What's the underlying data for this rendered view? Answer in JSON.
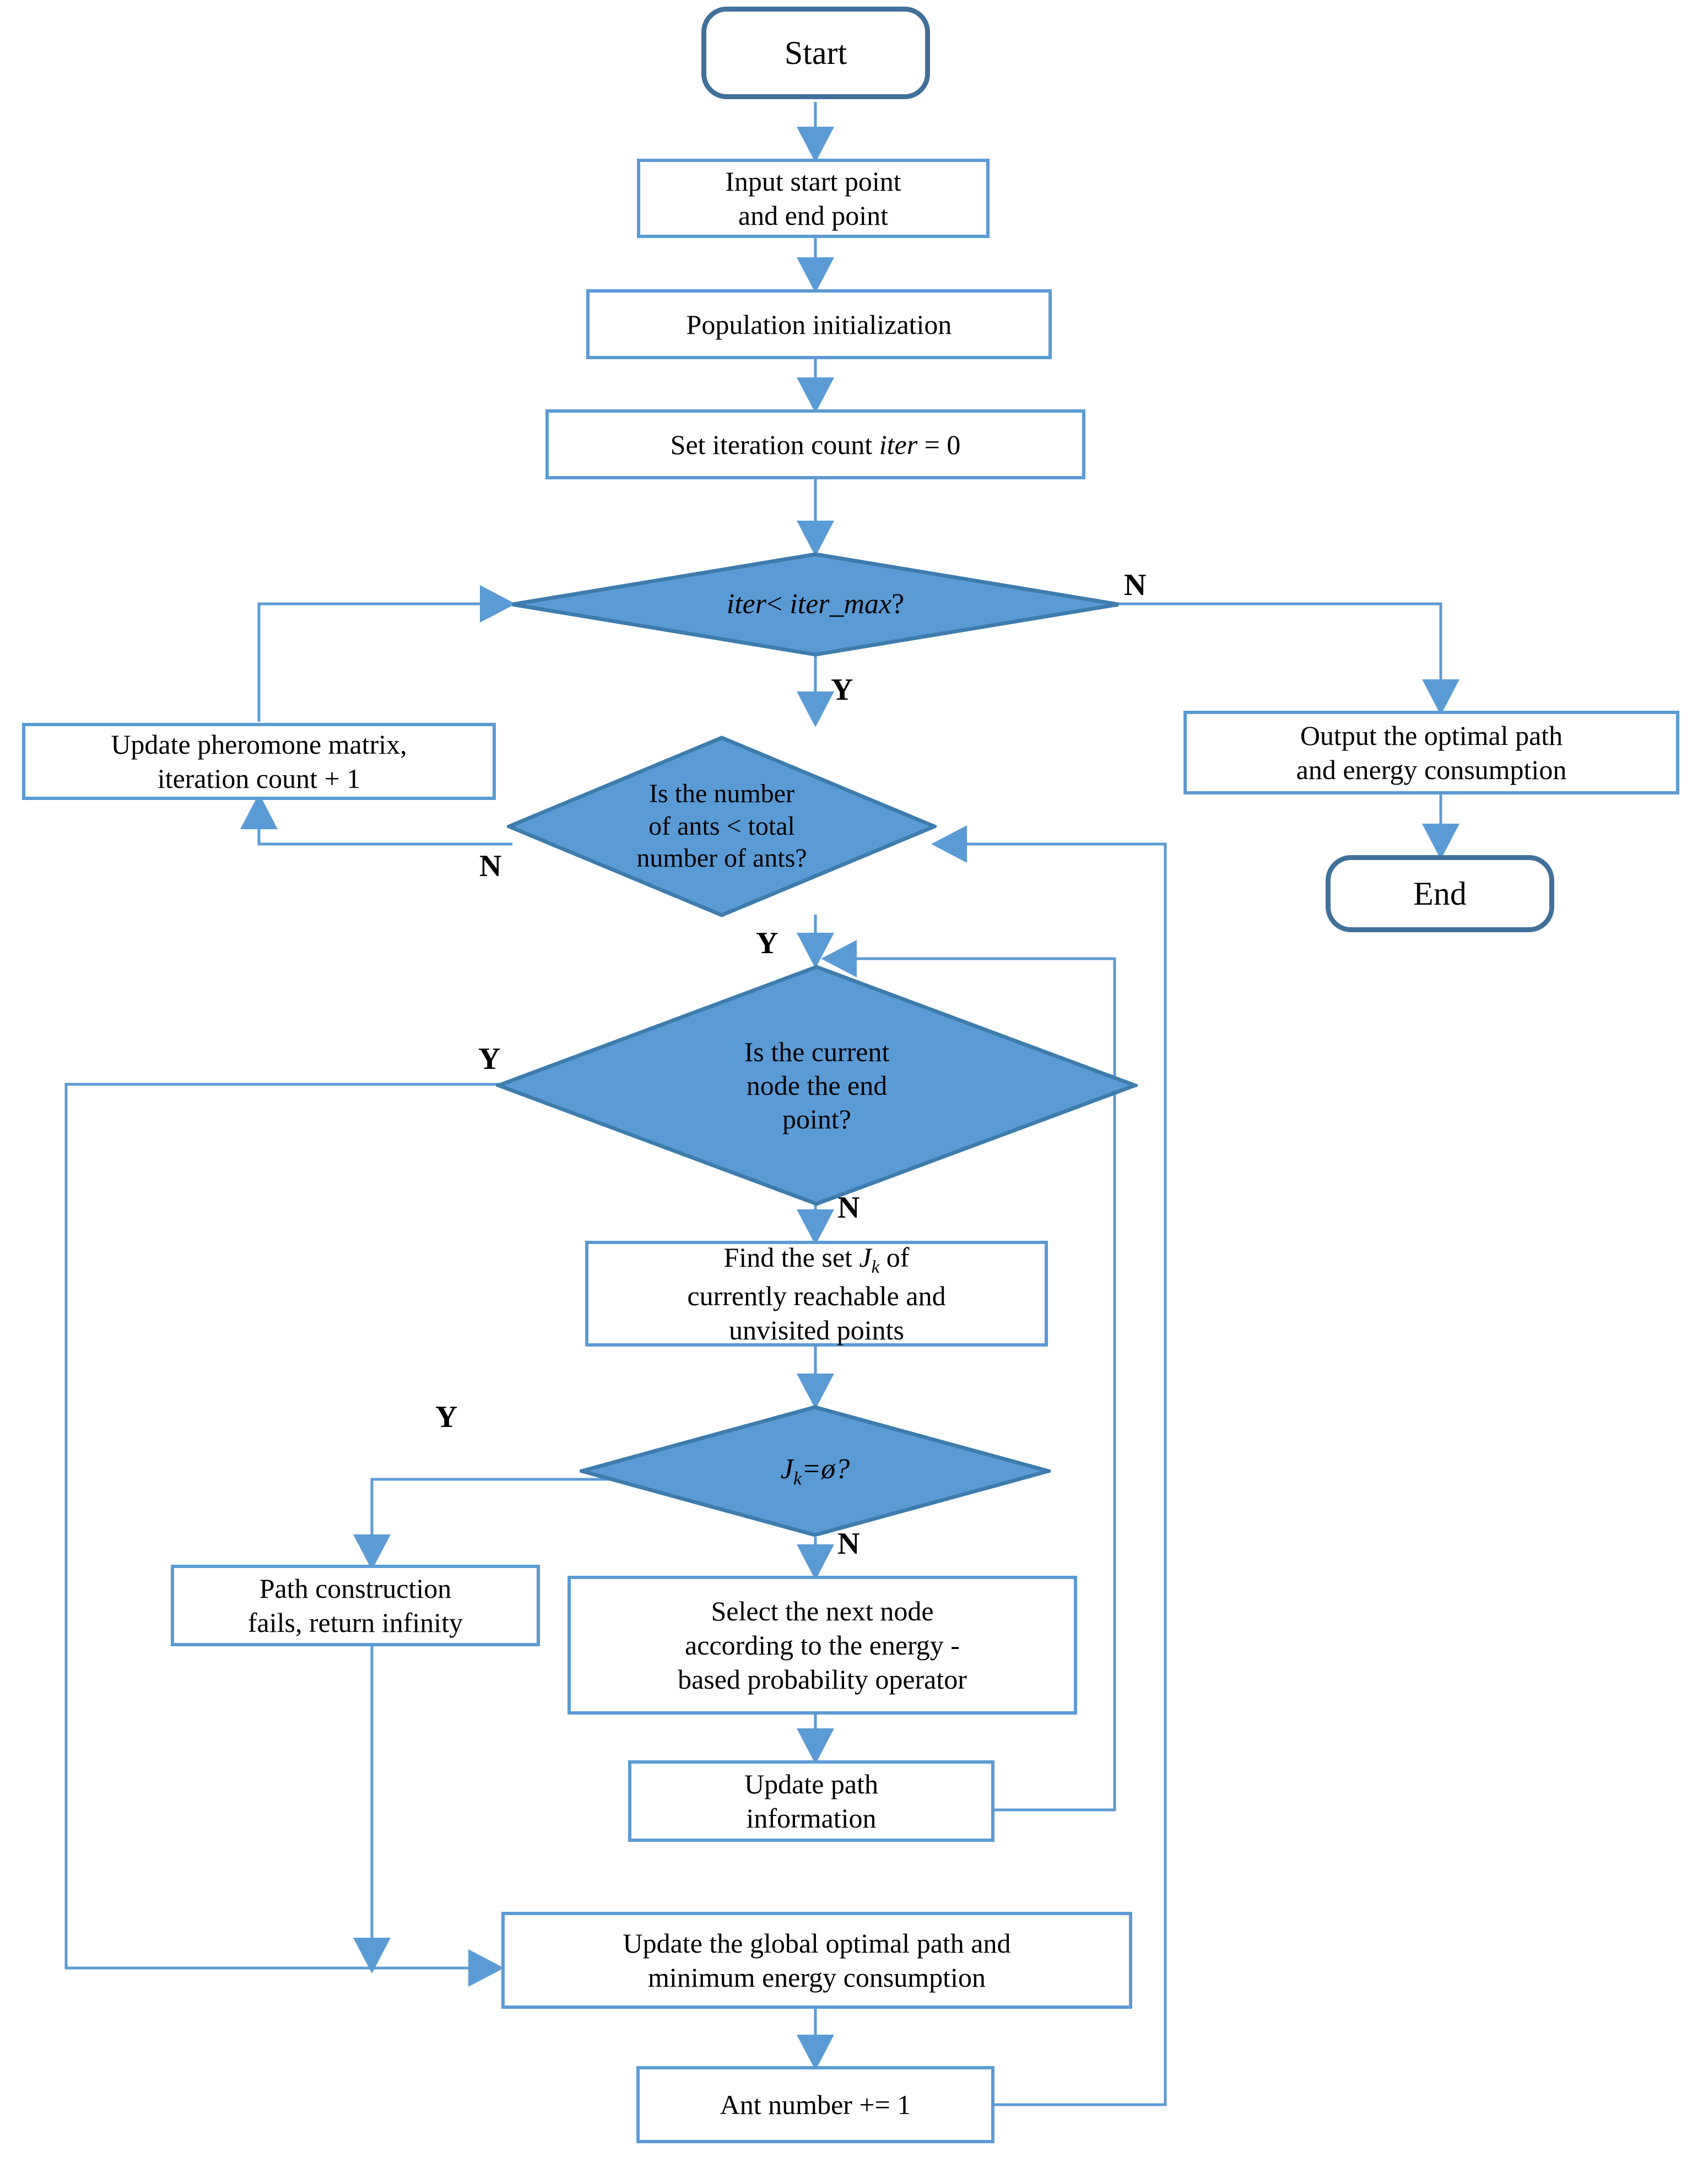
{
  "diagram": {
    "title": "Ant colony energy-optimal path planning flowchart",
    "colors": {
      "process_border": "#5B9BD5",
      "terminator_border": "#40719B",
      "decision_fill": "#5B9BD5",
      "decision_stroke": "#3E7CAD",
      "connector": "#5B9BD5",
      "text": "#000000",
      "background": "#FFFFFF"
    }
  },
  "nodes": {
    "start": {
      "label": "Start",
      "shape": "terminator"
    },
    "input": {
      "line1": "Input start point",
      "line2": "and end point",
      "shape": "process"
    },
    "population": {
      "label": "Population initialization",
      "shape": "process"
    },
    "set_iter": {
      "prefix": "Set iteration  count ",
      "var": "iter",
      "suffix": " =  0",
      "shape": "process"
    },
    "iter_check": {
      "var1": "iter",
      "mid": "< ",
      "var2": "iter_max",
      "suffix": "?",
      "shape": "decision"
    },
    "update_pheromone": {
      "line1": "Update pheromone matrix,",
      "line2": "iteration  count + 1",
      "shape": "process"
    },
    "output": {
      "line1": "Output the optimal  path",
      "line2": "and energy consumption",
      "shape": "process"
    },
    "end": {
      "label": "End",
      "shape": "terminator"
    },
    "ants_check": {
      "line1": "Is the number",
      "line2": "of ants < total",
      "line3": "number of ants?",
      "shape": "decision"
    },
    "endpoint_check": {
      "line1": "Is the current",
      "line2": "node the end",
      "line3": "point?",
      "shape": "decision"
    },
    "find_set": {
      "pre": "Find the set ",
      "var": "J",
      "sub": "k",
      "post": " of",
      "line2": "currently reachable and",
      "line3": "unvisited points",
      "shape": "process"
    },
    "jk_empty": {
      "var": "J",
      "sub": "k",
      "rest": "=ø?",
      "shape": "decision"
    },
    "path_fail": {
      "line1": "Path construction",
      "line2": "fails, return infinity",
      "shape": "process"
    },
    "select_node": {
      "line1": "Select the next node",
      "line2": "according to the energy -",
      "line3": "based probability  operator",
      "shape": "process"
    },
    "update_path_info": {
      "line1": "Update path",
      "line2": "information",
      "shape": "process"
    },
    "update_global": {
      "line1": "Update the global  optimal  path and",
      "line2": "minimum  energy consumption",
      "shape": "process"
    },
    "ant_increment": {
      "label": "Ant number += 1",
      "shape": "process"
    }
  },
  "edge_labels": {
    "iter_no": "N",
    "iter_yes": "Y",
    "ants_no": "N",
    "ants_yes": "Y",
    "endpoint_yes": "Y",
    "endpoint_no": "N",
    "jk_yes": "Y",
    "jk_no": "N"
  },
  "flow": [
    {
      "from": "start",
      "to": "input",
      "label": ""
    },
    {
      "from": "input",
      "to": "population",
      "label": ""
    },
    {
      "from": "population",
      "to": "set_iter",
      "label": ""
    },
    {
      "from": "set_iter",
      "to": "iter_check",
      "label": ""
    },
    {
      "from": "iter_check",
      "to": "output",
      "label": "N"
    },
    {
      "from": "iter_check",
      "to": "ants_check",
      "label": "Y"
    },
    {
      "from": "output",
      "to": "end",
      "label": ""
    },
    {
      "from": "ants_check",
      "to": "update_pheromone",
      "label": "N"
    },
    {
      "from": "update_pheromone",
      "to": "iter_check",
      "label": ""
    },
    {
      "from": "ants_check",
      "to": "endpoint_check",
      "label": "Y"
    },
    {
      "from": "endpoint_check",
      "to": "update_global",
      "label": "Y"
    },
    {
      "from": "endpoint_check",
      "to": "find_set",
      "label": "N"
    },
    {
      "from": "find_set",
      "to": "jk_empty",
      "label": ""
    },
    {
      "from": "jk_empty",
      "to": "path_fail",
      "label": "Y"
    },
    {
      "from": "jk_empty",
      "to": "select_node",
      "label": "N"
    },
    {
      "from": "path_fail",
      "to": "update_global",
      "label": ""
    },
    {
      "from": "select_node",
      "to": "update_path_info",
      "label": ""
    },
    {
      "from": "update_path_info",
      "to": "endpoint_check",
      "label": ""
    },
    {
      "from": "update_global",
      "to": "ant_increment",
      "label": ""
    },
    {
      "from": "ant_increment",
      "to": "ants_check",
      "label": ""
    }
  ]
}
